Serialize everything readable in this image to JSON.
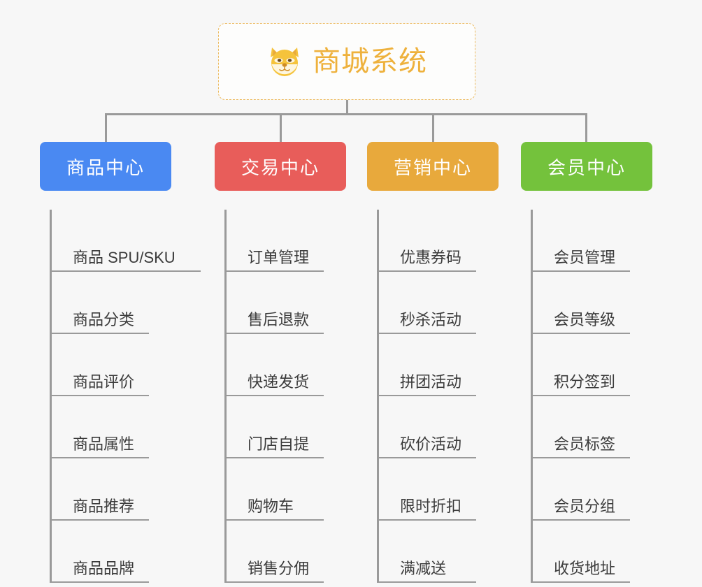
{
  "root": {
    "title": "商城系统",
    "icon": "shiba-dog-face-icon",
    "title_color": "#eeb13c",
    "border_color": "#ecbb62"
  },
  "categories": [
    {
      "label": "商品中心",
      "color": "#4a89f2",
      "items": [
        "商品 SPU/SKU",
        "商品分类",
        "商品评价",
        "商品属性",
        "商品推荐",
        "商品品牌"
      ]
    },
    {
      "label": "交易中心",
      "color": "#e85d5a",
      "items": [
        "订单管理",
        "售后退款",
        "快递发货",
        "门店自提",
        "购物车",
        "销售分佣"
      ]
    },
    {
      "label": "营销中心",
      "color": "#e8a93c",
      "items": [
        "优惠券码",
        "秒杀活动",
        "拼团活动",
        "砍价活动",
        "限时折扣",
        "满减送"
      ]
    },
    {
      "label": "会员中心",
      "color": "#74c23c",
      "items": [
        "会员管理",
        "会员等级",
        "积分签到",
        "会员标签",
        "会员分组",
        "收货地址"
      ]
    }
  ],
  "connector_color": "#9a9a9a",
  "background_color": "#f7f7f7"
}
